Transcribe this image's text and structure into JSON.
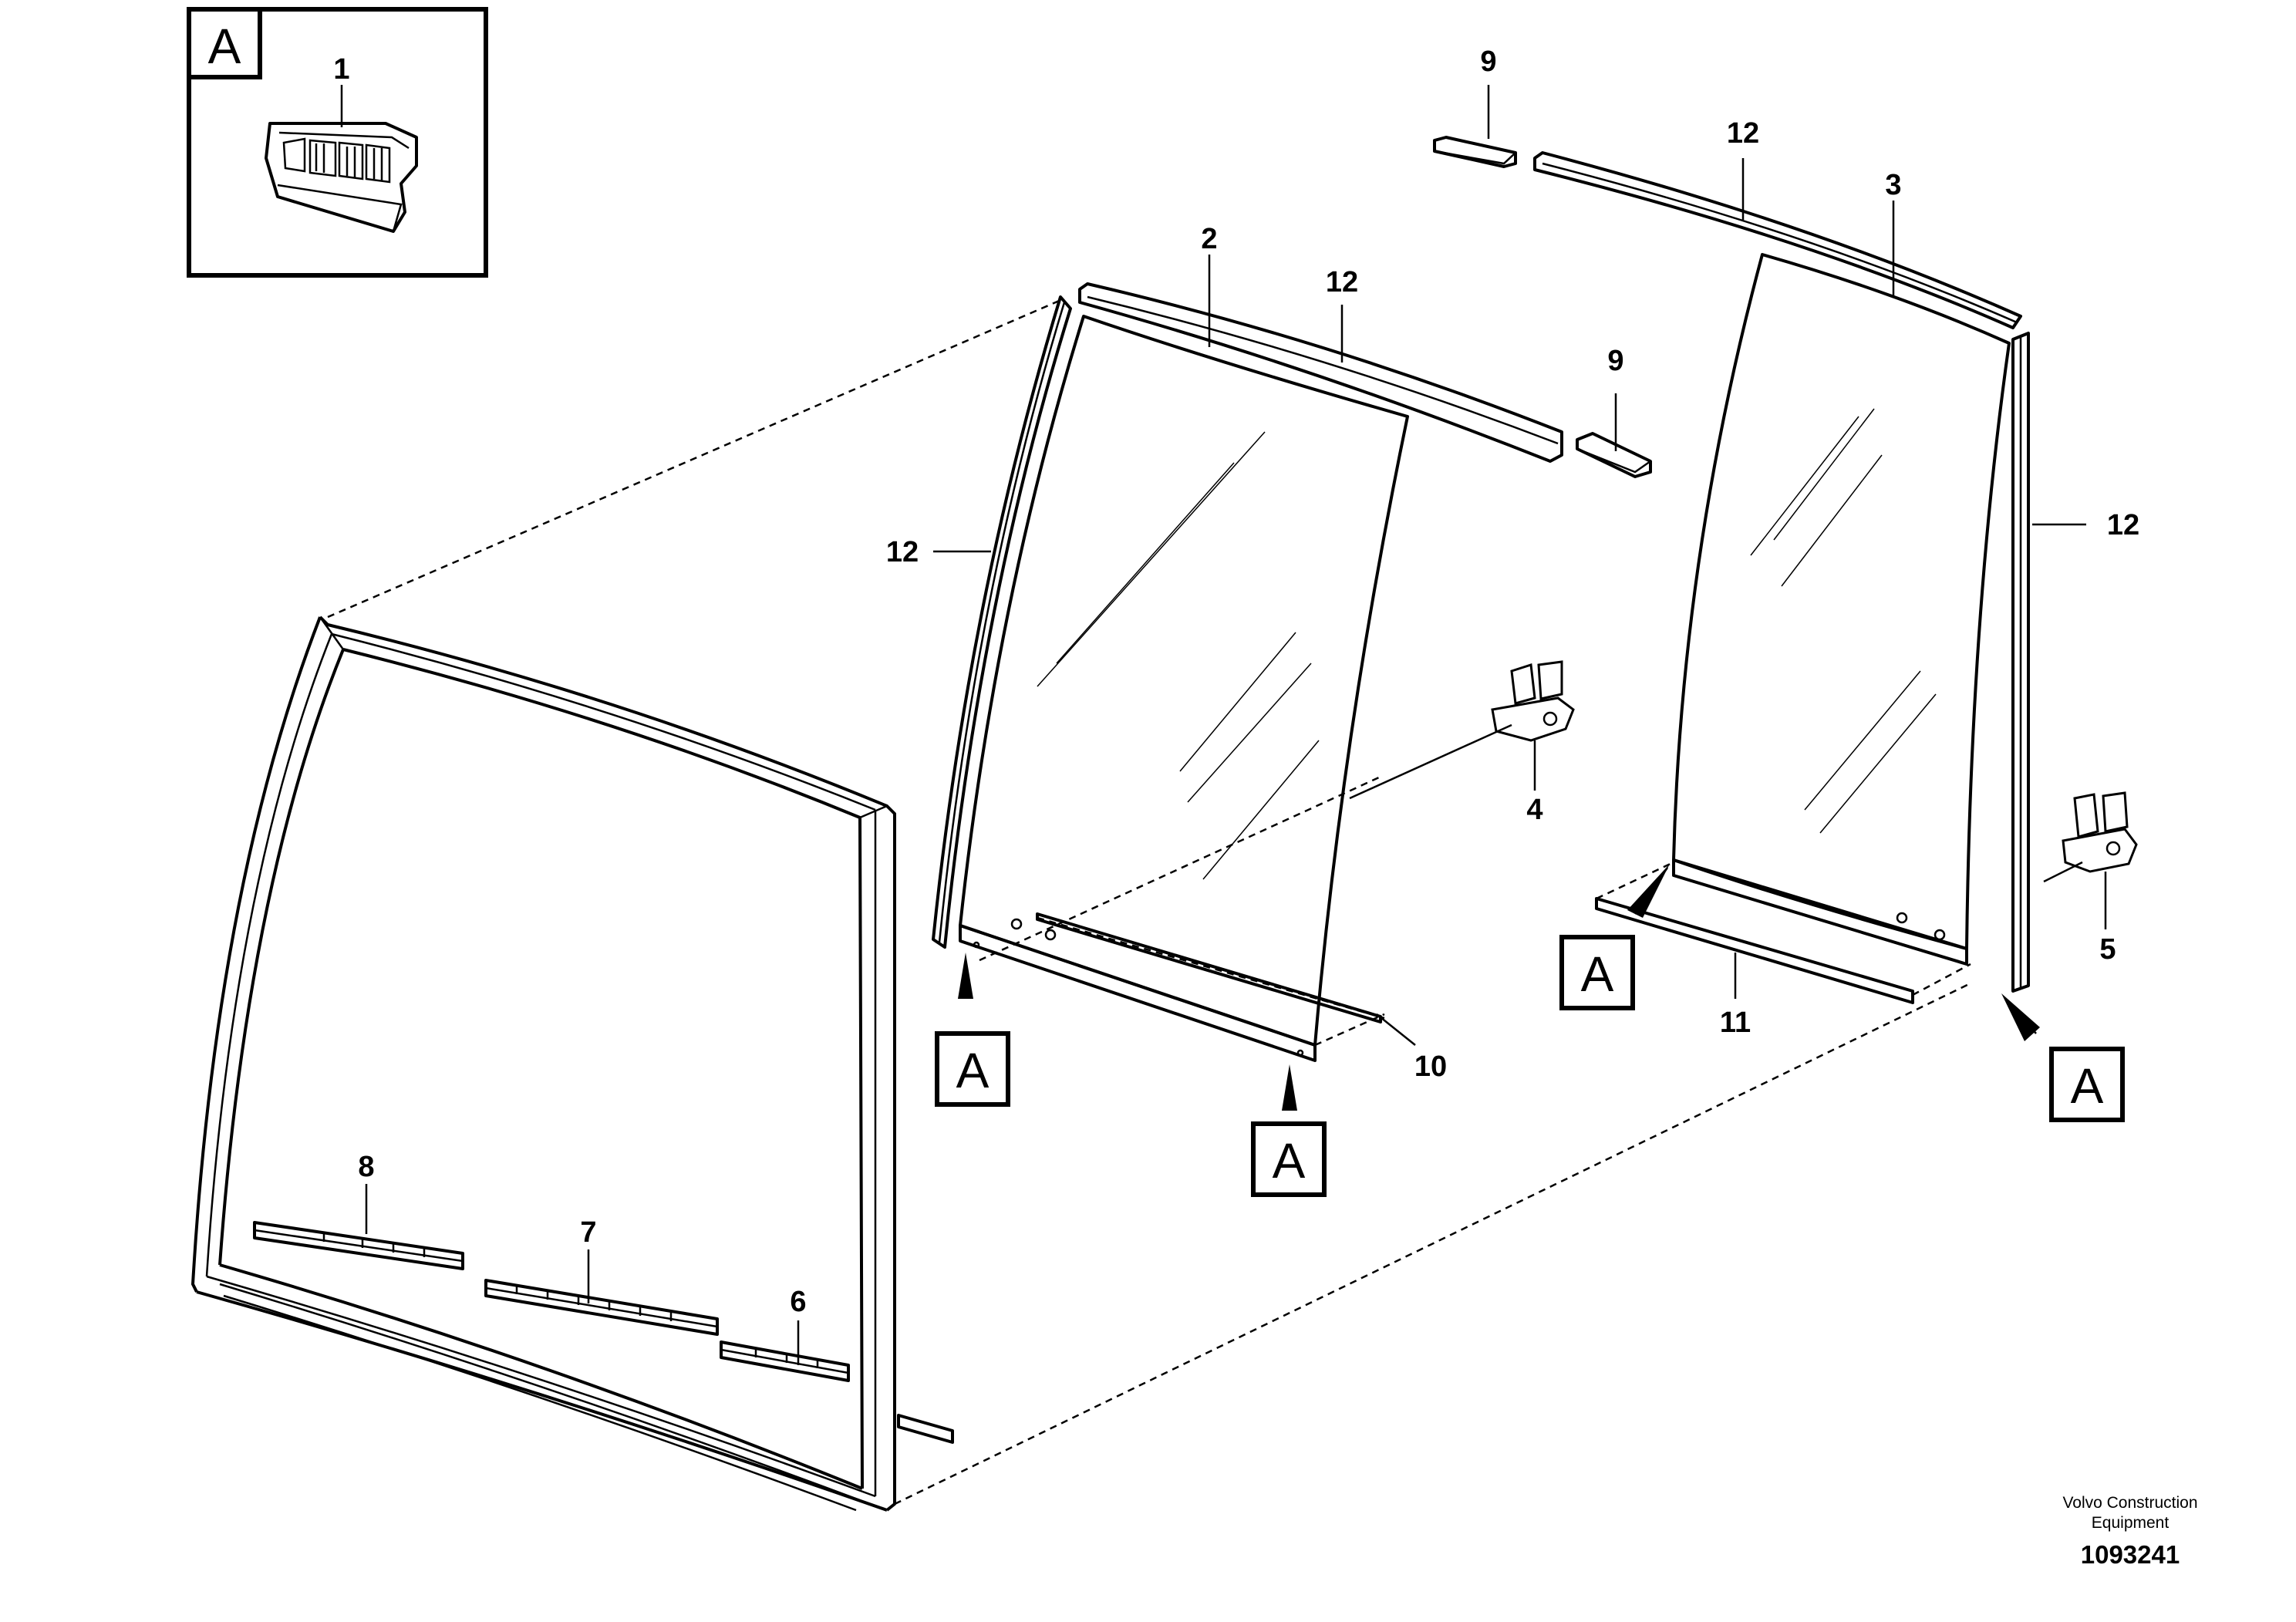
{
  "inset": {
    "ref_letter": "A",
    "callout": "1"
  },
  "callouts": {
    "c1": "1",
    "c2": "2",
    "c3": "3",
    "c4": "4",
    "c5": "5",
    "c6": "6",
    "c7": "7",
    "c8": "8",
    "c9a": "9",
    "c9b": "9",
    "c10": "10",
    "c11": "11",
    "c12a": "12",
    "c12b": "12",
    "c12c": "12",
    "c12d": "12"
  },
  "ref_markers": {
    "m1": "A",
    "m2": "A",
    "m3": "A",
    "m4": "A"
  },
  "footer": {
    "company_line1": "Volvo Construction",
    "company_line2": "Equipment",
    "doc_number": "1093241"
  }
}
